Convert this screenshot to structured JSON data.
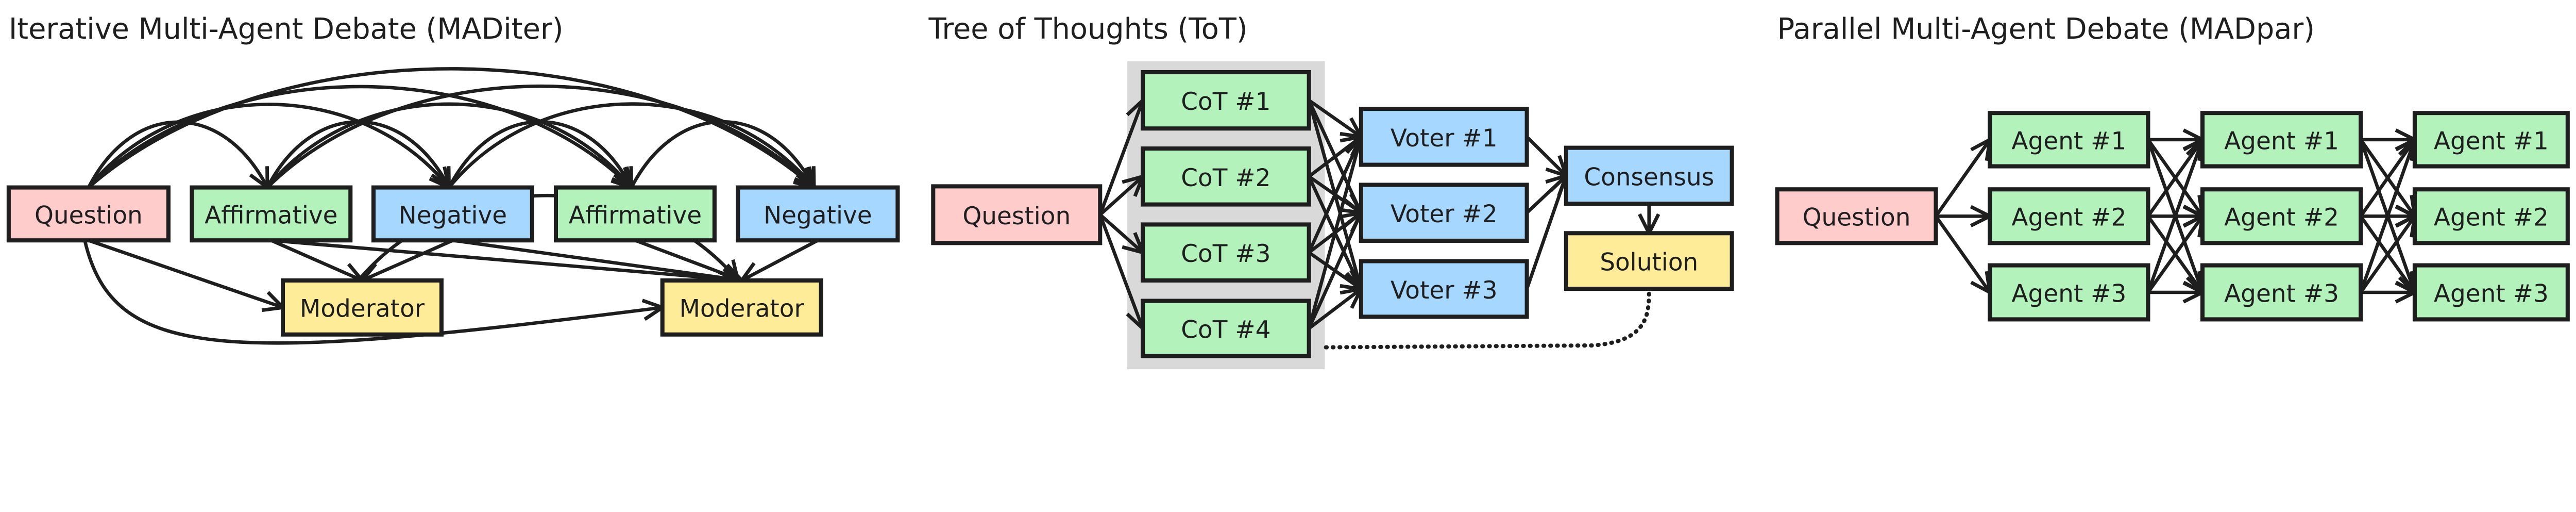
{
  "colors": {
    "question": "#ffcccc",
    "affirmative": "#b3f2bb",
    "negative": "#a6d8ff",
    "moderator": "#ffec99",
    "group": "#d9d9d9",
    "stroke": "#1e1e1e"
  },
  "panels": [
    {
      "title": "Iterative Multi-Agent Debate (MADiter)",
      "nodes": [
        {
          "id": "q",
          "label": "Question",
          "kind": "question"
        },
        {
          "id": "a1",
          "label": "Affirmative",
          "kind": "affirmative"
        },
        {
          "id": "n1",
          "label": "Negative",
          "kind": "negative"
        },
        {
          "id": "a2",
          "label": "Affirmative",
          "kind": "affirmative"
        },
        {
          "id": "n2",
          "label": "Negative",
          "kind": "negative"
        },
        {
          "id": "m1",
          "label": "Moderator",
          "kind": "moderator"
        },
        {
          "id": "m2",
          "label": "Moderator",
          "kind": "moderator"
        }
      ],
      "edges": [
        [
          "q",
          "a1"
        ],
        [
          "q",
          "n1"
        ],
        [
          "q",
          "a2"
        ],
        [
          "q",
          "n2"
        ],
        [
          "a1",
          "n1"
        ],
        [
          "a1",
          "a2"
        ],
        [
          "a1",
          "n2"
        ],
        [
          "n1",
          "a2"
        ],
        [
          "n1",
          "n2"
        ],
        [
          "a2",
          "n2"
        ],
        [
          "q",
          "m1"
        ],
        [
          "q",
          "m2"
        ],
        [
          "a1",
          "m1"
        ],
        [
          "a1",
          "m2"
        ],
        [
          "n1",
          "m1"
        ],
        [
          "n1",
          "m2"
        ],
        [
          "a2",
          "m2"
        ],
        [
          "n2",
          "m2"
        ],
        [
          "m1",
          "m2"
        ]
      ]
    },
    {
      "title": "Tree of Thoughts (ToT)",
      "nodes": [
        {
          "id": "q",
          "label": "Question",
          "kind": "question"
        },
        {
          "id": "c1",
          "label": "CoT #1",
          "kind": "affirmative"
        },
        {
          "id": "c2",
          "label": "CoT #2",
          "kind": "affirmative"
        },
        {
          "id": "c3",
          "label": "CoT #3",
          "kind": "affirmative"
        },
        {
          "id": "c4",
          "label": "CoT #4",
          "kind": "affirmative"
        },
        {
          "id": "v1",
          "label": "Voter #1",
          "kind": "negative"
        },
        {
          "id": "v2",
          "label": "Voter #2",
          "kind": "negative"
        },
        {
          "id": "v3",
          "label": "Voter #3",
          "kind": "negative"
        },
        {
          "id": "cons",
          "label": "Consensus",
          "kind": "negative"
        },
        {
          "id": "sol",
          "label": "Solution",
          "kind": "moderator"
        }
      ],
      "edges": [
        [
          "q",
          "c1"
        ],
        [
          "q",
          "c2"
        ],
        [
          "q",
          "c3"
        ],
        [
          "q",
          "c4"
        ],
        [
          "c1",
          "v1"
        ],
        [
          "c1",
          "v2"
        ],
        [
          "c1",
          "v3"
        ],
        [
          "c2",
          "v1"
        ],
        [
          "c2",
          "v2"
        ],
        [
          "c2",
          "v3"
        ],
        [
          "c3",
          "v1"
        ],
        [
          "c3",
          "v2"
        ],
        [
          "c3",
          "v3"
        ],
        [
          "c4",
          "v1"
        ],
        [
          "c4",
          "v2"
        ],
        [
          "c4",
          "v3"
        ],
        [
          "v1",
          "cons"
        ],
        [
          "v2",
          "cons"
        ],
        [
          "v3",
          "cons"
        ],
        [
          "cons",
          "sol"
        ]
      ],
      "dotted_edges": [
        [
          "c4",
          "sol"
        ]
      ]
    },
    {
      "title": "Parallel Multi-Agent Debate (MADpar)",
      "nodes": [
        {
          "id": "q",
          "label": "Question",
          "kind": "question"
        },
        {
          "id": "a11",
          "label": "Agent #1",
          "kind": "affirmative"
        },
        {
          "id": "a12",
          "label": "Agent #2",
          "kind": "affirmative"
        },
        {
          "id": "a13",
          "label": "Agent #3",
          "kind": "affirmative"
        },
        {
          "id": "a21",
          "label": "Agent #1",
          "kind": "affirmative"
        },
        {
          "id": "a22",
          "label": "Agent #2",
          "kind": "affirmative"
        },
        {
          "id": "a23",
          "label": "Agent #3",
          "kind": "affirmative"
        },
        {
          "id": "a31",
          "label": "Agent #1",
          "kind": "affirmative"
        },
        {
          "id": "a32",
          "label": "Agent #2",
          "kind": "affirmative"
        },
        {
          "id": "a33",
          "label": "Agent #3",
          "kind": "affirmative"
        }
      ],
      "edges": [
        [
          "q",
          "a11"
        ],
        [
          "q",
          "a12"
        ],
        [
          "q",
          "a13"
        ],
        [
          "a11",
          "a21"
        ],
        [
          "a11",
          "a22"
        ],
        [
          "a11",
          "a23"
        ],
        [
          "a12",
          "a21"
        ],
        [
          "a12",
          "a22"
        ],
        [
          "a12",
          "a23"
        ],
        [
          "a13",
          "a21"
        ],
        [
          "a13",
          "a22"
        ],
        [
          "a13",
          "a23"
        ],
        [
          "a21",
          "a31"
        ],
        [
          "a21",
          "a32"
        ],
        [
          "a21",
          "a33"
        ],
        [
          "a22",
          "a31"
        ],
        [
          "a22",
          "a32"
        ],
        [
          "a22",
          "a33"
        ],
        [
          "a23",
          "a31"
        ],
        [
          "a23",
          "a32"
        ],
        [
          "a23",
          "a33"
        ]
      ]
    }
  ]
}
